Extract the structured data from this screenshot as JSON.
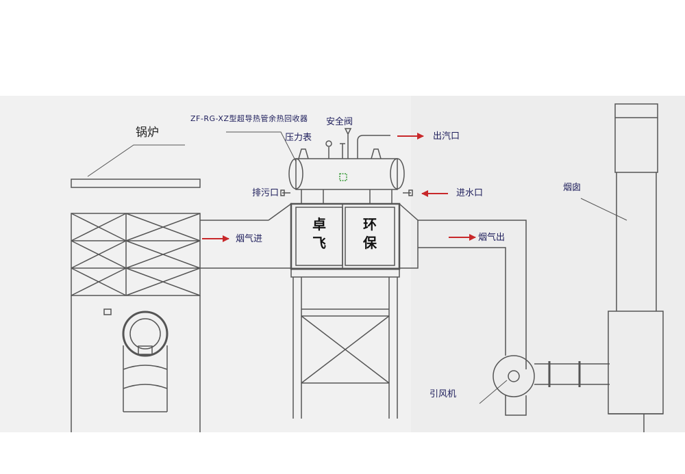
{
  "labels": {
    "boiler": "锅炉",
    "model": "ZF-RG-XZ型超导热管余热回收器",
    "safety_valve": "安全阀",
    "pressure_gauge": "压力表",
    "steam_outlet": "出汽口",
    "drain_outlet": "排污口",
    "water_inlet": "进水口",
    "flue_in": "烟气进",
    "flue_out": "烟气出",
    "chimney": "烟囱",
    "fan": "引风机",
    "brand_1": "卓",
    "brand_2": "环",
    "brand_3": "飞",
    "brand_4": "保"
  },
  "colors": {
    "line": "#555555",
    "arrow": "#c8282a",
    "label": "#1c1c5a",
    "scan_shade": "#eeeeee",
    "fitting_green": "#3a9a3a"
  }
}
